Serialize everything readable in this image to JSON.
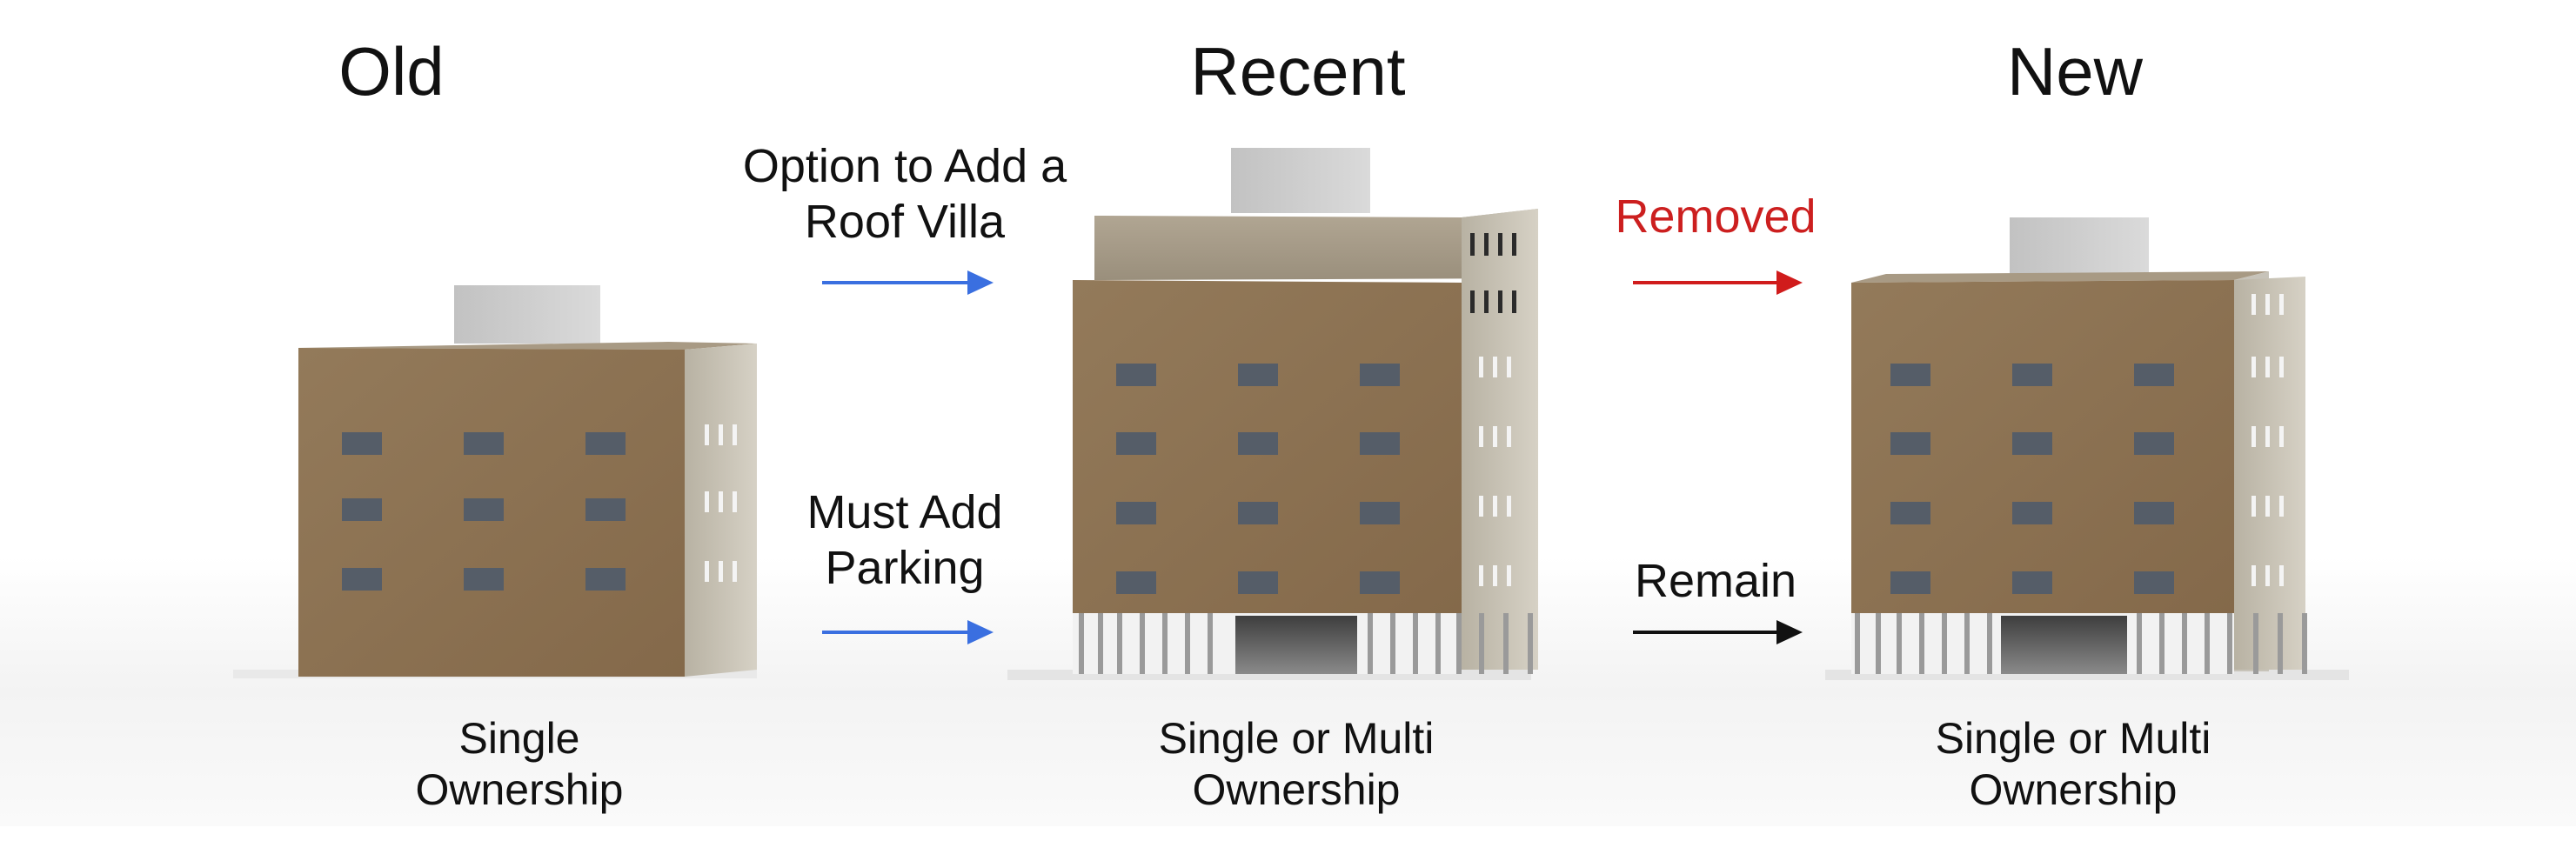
{
  "stages": [
    {
      "title": "Old",
      "ownership_line1": "Single",
      "ownership_line2": "Ownership"
    },
    {
      "title": "Recent",
      "ownership_line1": "Single or Multi",
      "ownership_line2": "Ownership"
    },
    {
      "title": "New",
      "ownership_line1": "Single or Multi",
      "ownership_line2": "Ownership"
    }
  ],
  "transitions": {
    "old_to_recent_top": {
      "line1": "Option to Add a",
      "line2": "Roof Villa",
      "arrow_color": "#3a6fe0"
    },
    "old_to_recent_bottom": {
      "line1": "Must Add",
      "line2": "Parking",
      "arrow_color": "#3a6fe0"
    },
    "recent_to_new_top": {
      "line1": "Removed",
      "arrow_color": "#d01c1c"
    },
    "recent_to_new_bottom": {
      "line1": "Remain",
      "arrow_color": "#111111"
    }
  },
  "colors": {
    "facade": "#8e7656",
    "side_wall": "#c4bfb2",
    "roof_villa": "#a59a88",
    "window": "#505862",
    "penthouse": "#cfcfcf"
  }
}
